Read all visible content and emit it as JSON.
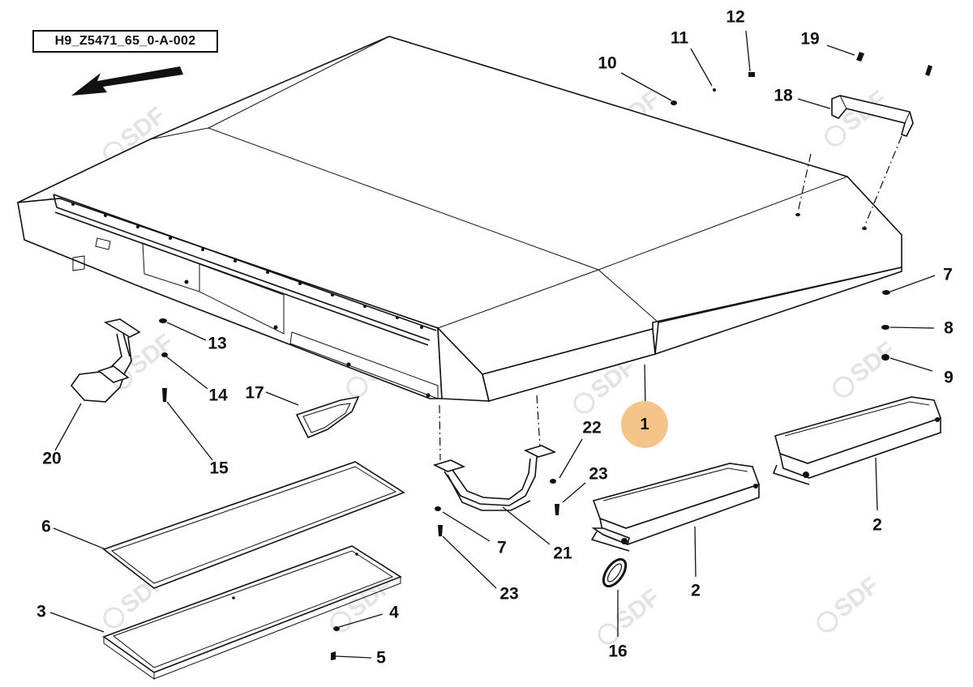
{
  "drawing_code": "H9_Z5471_65_0-A-002",
  "watermark_text": "SDF",
  "highlight_color": "#f5c488",
  "callouts": [
    {
      "id": "c1",
      "label": "1",
      "highlighted": true
    },
    {
      "id": "c2a",
      "label": "2"
    },
    {
      "id": "c2b",
      "label": "2"
    },
    {
      "id": "c3",
      "label": "3"
    },
    {
      "id": "c4",
      "label": "4"
    },
    {
      "id": "c5",
      "label": "5"
    },
    {
      "id": "c6",
      "label": "6"
    },
    {
      "id": "c7a",
      "label": "7"
    },
    {
      "id": "c7b",
      "label": "7"
    },
    {
      "id": "c8",
      "label": "8"
    },
    {
      "id": "c9",
      "label": "9"
    },
    {
      "id": "c10",
      "label": "10"
    },
    {
      "id": "c11",
      "label": "11"
    },
    {
      "id": "c12",
      "label": "12"
    },
    {
      "id": "c13",
      "label": "13"
    },
    {
      "id": "c14",
      "label": "14"
    },
    {
      "id": "c15",
      "label": "15"
    },
    {
      "id": "c16",
      "label": "16"
    },
    {
      "id": "c17",
      "label": "17"
    },
    {
      "id": "c18",
      "label": "18"
    },
    {
      "id": "c19",
      "label": "19"
    },
    {
      "id": "c20",
      "label": "20"
    },
    {
      "id": "c21",
      "label": "21"
    },
    {
      "id": "c22",
      "label": "22"
    },
    {
      "id": "c23a",
      "label": "23"
    },
    {
      "id": "c23b",
      "label": "23"
    }
  ]
}
